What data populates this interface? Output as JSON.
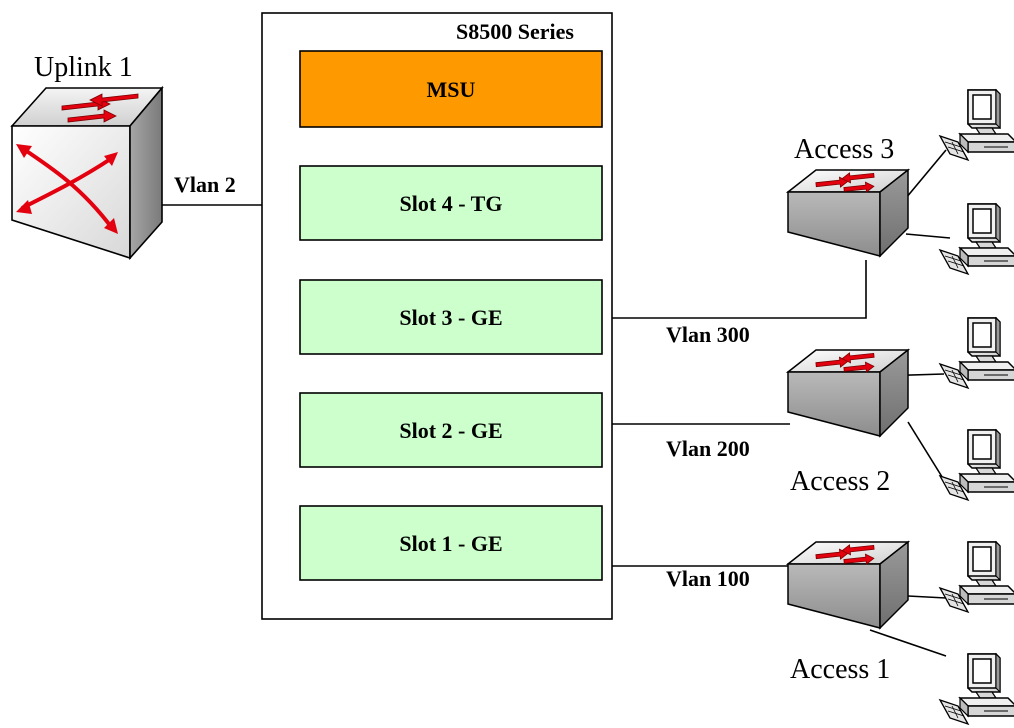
{
  "chassis": {
    "title": "S8500 Series",
    "modules": [
      {
        "id": "msu",
        "label": "MSU",
        "fill": "#ff9900"
      },
      {
        "id": "slot4",
        "label": "Slot 4 - TG",
        "fill": "#ccffcc"
      },
      {
        "id": "slot3",
        "label": "Slot 3 - GE",
        "fill": "#ccffcc"
      },
      {
        "id": "slot2",
        "label": "Slot 2 - GE",
        "fill": "#ccffcc"
      },
      {
        "id": "slot1",
        "label": "Slot 1 - GE",
        "fill": "#ccffcc"
      }
    ]
  },
  "uplink": {
    "label": "Uplink 1",
    "icon": "core-switch-icon"
  },
  "access_switches": [
    {
      "id": "access3",
      "label": "Access 3",
      "icon": "switch-icon"
    },
    {
      "id": "access2",
      "label": "Access 2",
      "icon": "switch-icon"
    },
    {
      "id": "access1",
      "label": "Access 1",
      "icon": "switch-icon"
    }
  ],
  "links": {
    "uplink_vlan": "Vlan 2",
    "access3_vlan": "Vlan 300",
    "access2_vlan": "Vlan 200",
    "access1_vlan": "Vlan 100"
  },
  "pc_icon": "pc-icon",
  "colors": {
    "line": "#000000",
    "arrow": "#e3000f",
    "switch_body": "#c8c8c8"
  }
}
